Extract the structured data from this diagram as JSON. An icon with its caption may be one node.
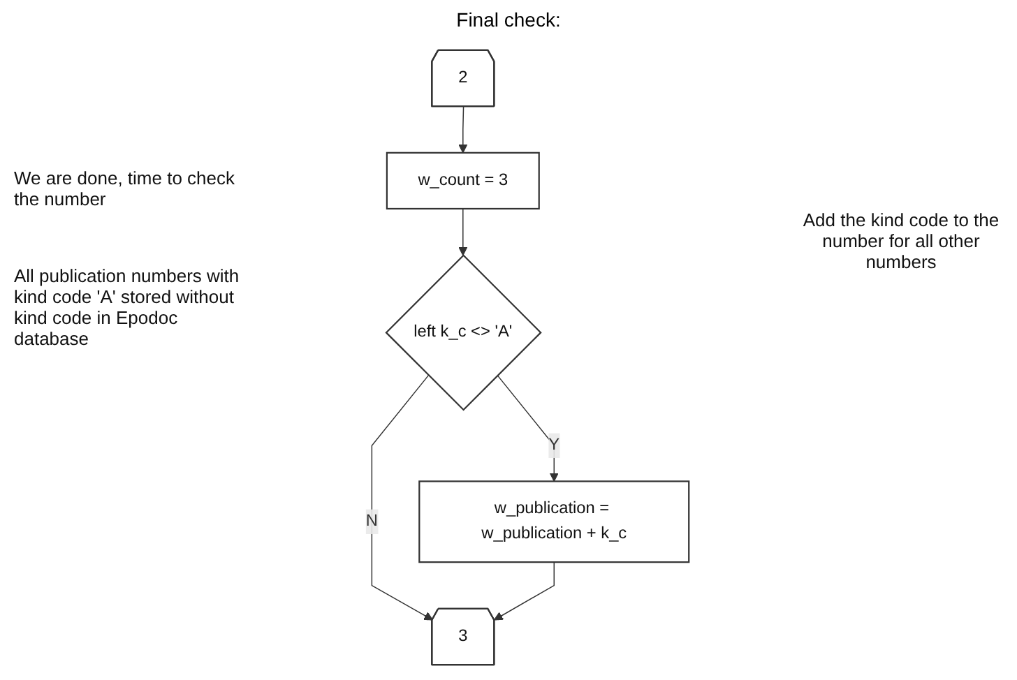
{
  "diagram": {
    "title": "Final check:",
    "nodes": [
      {
        "text": [
          "2"
        ]
      },
      {
        "text": [
          "w_count = 3"
        ]
      },
      {
        "text": [
          "left k_c <> 'A'"
        ]
      },
      {
        "text": [
          "w_publication = w_publication + k_c"
        ]
      },
      {
        "text": [
          "3"
        ]
      }
    ],
    "edges": [
      {
        "from": 0,
        "to": 1,
        "arrow": "to"
      },
      {
        "from": 1,
        "to": 2,
        "arrow": "to"
      },
      {
        "from": 2,
        "to": 3,
        "label": "Y",
        "arrow": "to"
      },
      {
        "from": 2,
        "to": 4,
        "label": "N",
        "arrow": "to"
      },
      {
        "from": 3,
        "to": 4,
        "arrow": "to"
      }
    ],
    "labels": [
      "We are done, time to check the number",
      "All publication numbers with kind code 'A' stored without kind code in Epodoc database",
      "Add the kind code to the number for all other numbers"
    ]
  }
}
